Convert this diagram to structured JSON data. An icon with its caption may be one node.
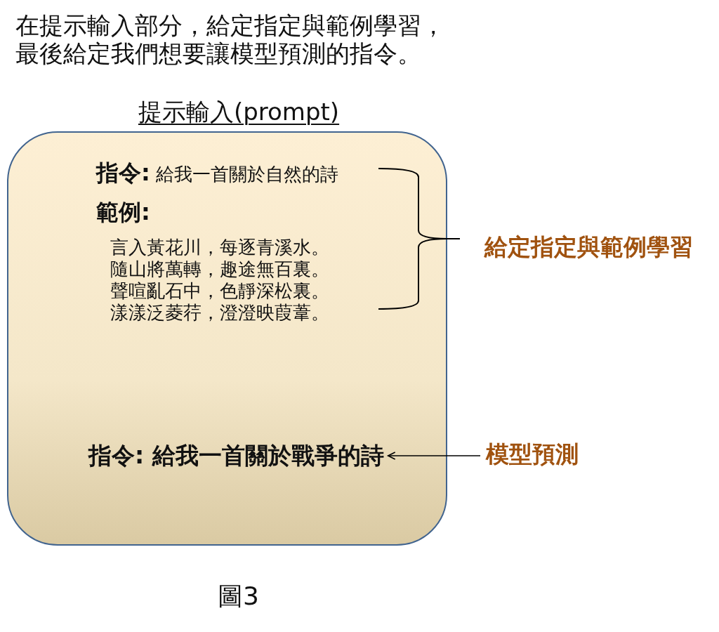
{
  "diagram": {
    "title": "在提示輸入部分，給定指定與範例學習，最後給定我們想要讓模型預測的指令。",
    "caption": "圖3",
    "nodes": [
      {
        "text": [
          "提示輸入(prompt)",
          "**指令:** 給我一首關於自然的詩",
          "範例:",
          "言入黃花川，每逐青溪水。",
          "隨山將萬轉，趣途無百裏。",
          "聲喧亂石中，色靜深松裏。",
          "漾漾泛菱荇，澄澄映葭葦。"
        ]
      },
      {
        "text": [
          "指令: 給我一首關於戰爭的詩"
        ],
        "in": 0
      },
      {
        "text": [
          "模型預測"
        ]
      }
    ],
    "edges": [
      {
        "from": 2,
        "to": 1,
        "arrow": "to"
      }
    ],
    "labels": [
      "給定指定與範例學習"
    ]
  }
}
